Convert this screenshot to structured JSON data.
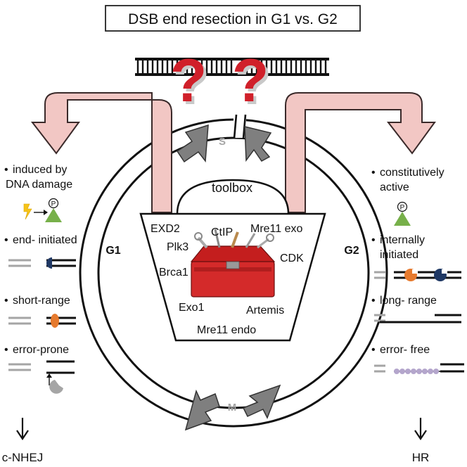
{
  "title": "DSB end resection in G1 vs. G2",
  "cycle": {
    "s": "S",
    "m": "M",
    "g1": "G1",
    "g2": "G2"
  },
  "toolbox": {
    "handle_label": "toolbox",
    "proteins": [
      "EXD2",
      "CtIP",
      "Mre11 exo",
      "Plk3",
      "CDK",
      "Brca1",
      "Exo1",
      "Artemis",
      "Mre11 endo"
    ]
  },
  "phospho_symbol": "P",
  "g1": {
    "bullets": [
      "induced by",
      "DNA damage",
      "end- initiated",
      "short-range",
      "error-prone"
    ],
    "outcome": "c-NHEJ"
  },
  "g2": {
    "bullets": [
      "constitutively",
      "active",
      "internally",
      "initiated",
      "long- range",
      "error- free"
    ],
    "outcome": "HR"
  },
  "colors": {
    "arrow_fill": "#f2c7c4",
    "arrow_stroke": "#3a2a2a",
    "cycle_arrow": "#7f7f7f",
    "cycle_label": "#a6a6a6",
    "toolbox_red": "#d42a2a",
    "question_red": "#d0202a",
    "navy": "#1f3864",
    "orange": "#e67a2e",
    "green": "#77b04a",
    "lightning": "#f6c318",
    "gray_dna": "#a5a5a5",
    "lavender": "#b4a6cc"
  }
}
